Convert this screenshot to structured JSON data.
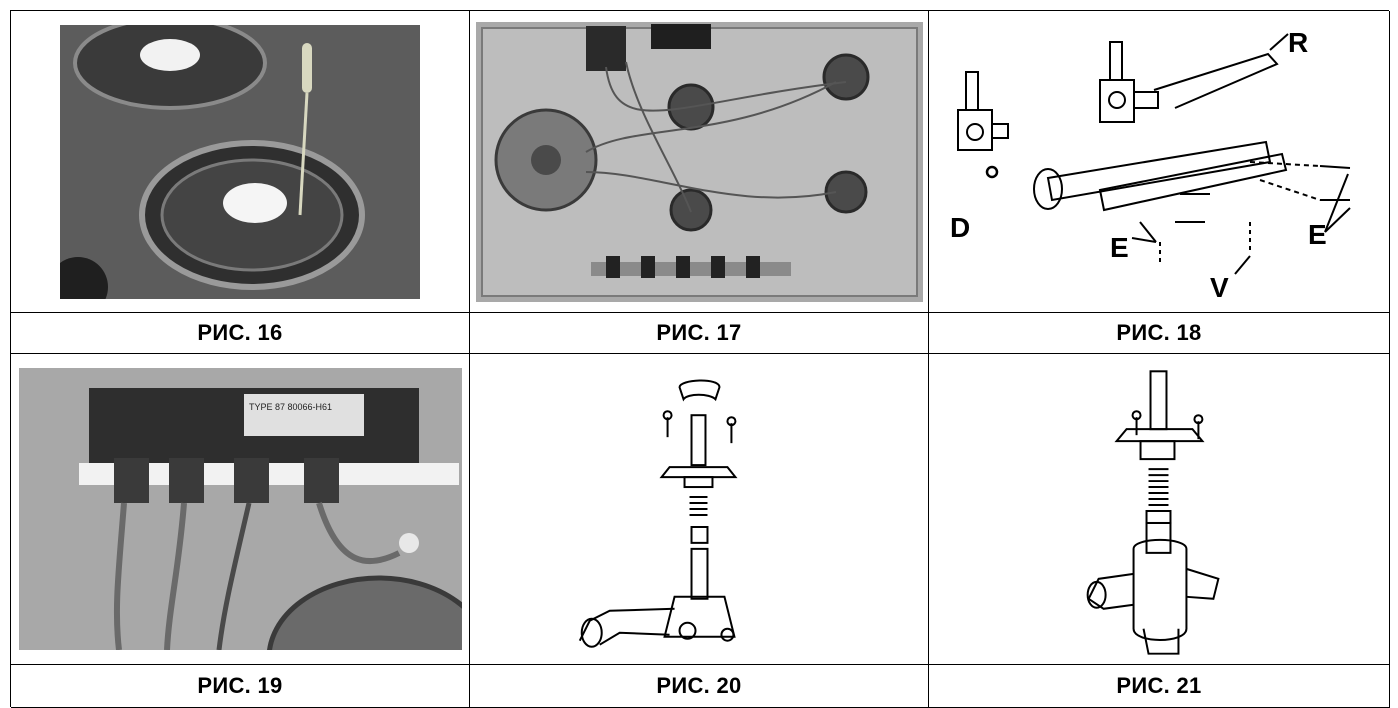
{
  "figures": [
    {
      "caption": "РИС. 16",
      "kind": "photo",
      "icon": "burner-cap-photo"
    },
    {
      "caption": "РИС. 17",
      "kind": "photo",
      "icon": "hob-underside-wiring-photo"
    },
    {
      "caption": "РИС. 18",
      "kind": "diagram",
      "icon": "gas-valve-manifold-diagram",
      "labels": {
        "r": "R",
        "d": "D",
        "e_left": "E",
        "e_right": "E",
        "v": "V"
      }
    },
    {
      "caption": "РИС. 19",
      "kind": "photo",
      "icon": "ignition-module-photo",
      "label_text": "TYPE 87 80066-H61"
    },
    {
      "caption": "РИС. 20",
      "kind": "diagram",
      "icon": "gas-tap-exploded-diagram"
    },
    {
      "caption": "РИС. 21",
      "kind": "diagram",
      "icon": "gas-tap-spring-diagram"
    }
  ],
  "colors": {
    "border": "#000000",
    "photo_dark": "#555555",
    "photo_light": "#bdbdbd"
  }
}
